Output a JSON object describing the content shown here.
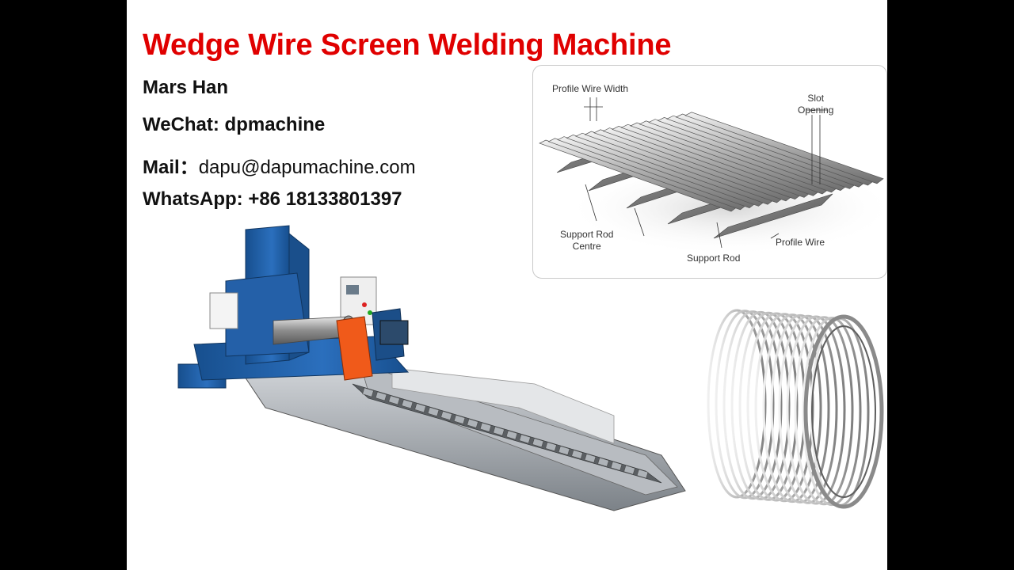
{
  "slide": {
    "title": "Wedge Wire Screen Welding Machine",
    "contact": {
      "name": "Mars Han",
      "wechat": "WeChat: dpmachine",
      "mail_label": "Mail：",
      "mail_value": "dapu@dapumachine.com",
      "whatsapp": "WhatsApp: +86 18133801397"
    },
    "diagram": {
      "profile_wire_width": "Profile Wire Width",
      "slot_line1": "Slot",
      "slot_line2": "Opening",
      "support_rod_centre_line1": "Support Rod",
      "support_rod_centre_line2": "Centre",
      "support_rod": "Support Rod",
      "profile_wire": "Profile Wire"
    },
    "colors": {
      "title": "#e00000",
      "machine_frame": "#1f5fa8",
      "machine_accent": "#f05a1a"
    },
    "images": {
      "machine": "wedge-wire-welding-machine-photo",
      "screen": "wedge-wire-screen-cylinder-photo"
    }
  }
}
